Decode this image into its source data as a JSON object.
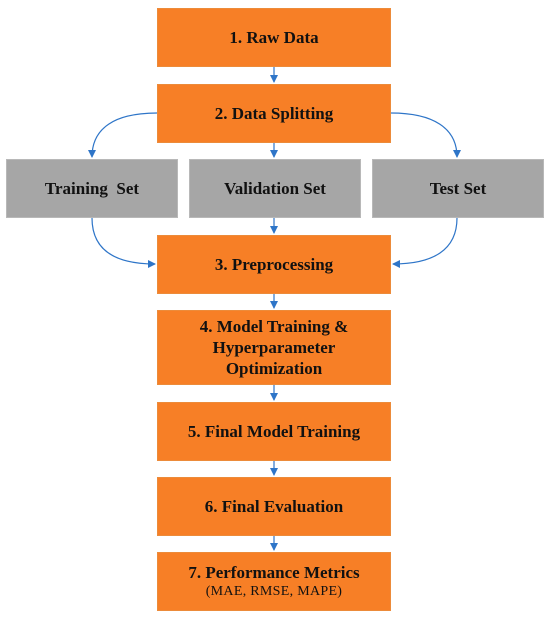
{
  "steps": {
    "raw_data": "1. Raw Data",
    "data_splitting": "2. Data Splitting",
    "preprocessing": "3. Preprocessing",
    "model_training_l1": "4. Model Training &",
    "model_training_l2": "Hyperparameter",
    "model_training_l3": "Optimization",
    "final_model_training": "5. Final Model Training",
    "final_evaluation": "6. Final Evaluation",
    "performance_metrics": "7. Performance Metrics",
    "performance_metrics_sub": "(MAE, RMSE, MAPE)"
  },
  "sets": {
    "training": "Training  Set",
    "validation": "Validation Set",
    "test": "Test Set"
  },
  "colors": {
    "step_fill": "#f77f26",
    "set_fill": "#a6a6a6",
    "arrow": "#2e75c8"
  }
}
